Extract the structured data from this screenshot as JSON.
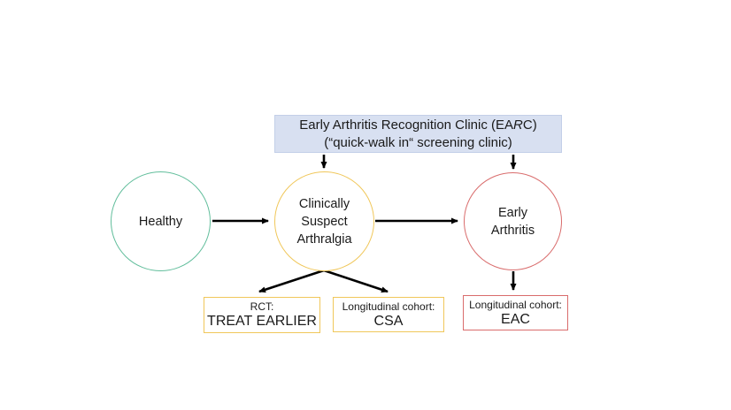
{
  "banner": {
    "title_prefix": "Early Arthritis Recognition Clinic (EA",
    "title_italic": "R",
    "title_suffix": "C)",
    "subtitle": "(“quick-walk in“ screening clinic)",
    "fill_color": "#d8e0f1"
  },
  "nodes": [
    {
      "id": "healthy",
      "label": "Healthy",
      "border_color": "#62be9c"
    },
    {
      "id": "csa",
      "label": "Clinically Suspect Arthralgia",
      "border_color": "#f0c75a"
    },
    {
      "id": "early-arthritis",
      "label": "Early Arthritis",
      "border_color": "#d96c6c"
    }
  ],
  "outcome_boxes": [
    {
      "id": "treat-earlier",
      "line1": "RCT:",
      "line2": "TREAT EARLIER",
      "border_color": "#f0c75a"
    },
    {
      "id": "csa-cohort",
      "line1": "Longitudinal cohort:",
      "line2": "CSA",
      "border_color": "#f0c75a"
    },
    {
      "id": "eac-cohort",
      "line1": "Longitudinal cohort:",
      "line2": "EAC",
      "border_color": "#d96c6c"
    }
  ],
  "arrows": {
    "color": "#000000",
    "edges": [
      {
        "from": "healthy",
        "to": "csa"
      },
      {
        "from": "csa",
        "to": "early-arthritis"
      },
      {
        "from": "banner",
        "to": "csa"
      },
      {
        "from": "banner",
        "to": "early-arthritis"
      },
      {
        "from": "csa",
        "to": "treat-earlier"
      },
      {
        "from": "csa",
        "to": "csa-cohort"
      },
      {
        "from": "early-arthritis",
        "to": "eac-cohort"
      }
    ]
  }
}
